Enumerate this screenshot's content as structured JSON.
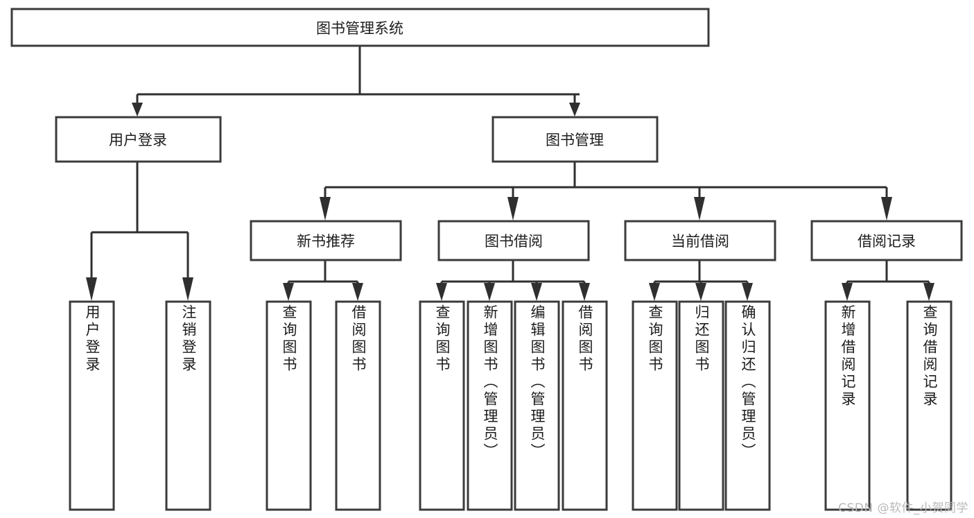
{
  "title": "图书管理系统",
  "watermark": "CSDN @软件_小贺同学",
  "colors": {
    "box_stroke": "#3b3b3b",
    "connector": "#2f2f2f",
    "text": "#1c1c1c",
    "background": "#ffffff",
    "watermark": "#b9b9b9"
  },
  "chart_data": {
    "type": "diagram",
    "diagram_kind": "tree-hierarchy-functional-structure",
    "orientation": "top-down",
    "title": "图书管理系统",
    "levels": 4,
    "nodes": [
      {
        "id": "root",
        "label": "图书管理系统",
        "level": 0,
        "parent": null,
        "orientation": "horizontal"
      },
      {
        "id": "login",
        "label": "用户登录",
        "level": 1,
        "parent": "root",
        "orientation": "horizontal"
      },
      {
        "id": "bookmgr",
        "label": "图书管理",
        "level": 1,
        "parent": "root",
        "orientation": "horizontal"
      },
      {
        "id": "newbook",
        "label": "新书推荐",
        "level": 2,
        "parent": "bookmgr",
        "orientation": "horizontal"
      },
      {
        "id": "borrow",
        "label": "图书借阅",
        "level": 2,
        "parent": "bookmgr",
        "orientation": "horizontal"
      },
      {
        "id": "current",
        "label": "当前借阅",
        "level": 2,
        "parent": "bookmgr",
        "orientation": "horizontal"
      },
      {
        "id": "records",
        "label": "借阅记录",
        "level": 2,
        "parent": "bookmgr",
        "orientation": "horizontal"
      },
      {
        "id": "login-1",
        "label": "用户登录",
        "level": 2,
        "parent": "login",
        "orientation": "vertical"
      },
      {
        "id": "login-2",
        "label": "注销登录",
        "level": 2,
        "parent": "login",
        "orientation": "vertical"
      },
      {
        "id": "newbook-1",
        "label": "查询图书",
        "level": 3,
        "parent": "newbook",
        "orientation": "vertical"
      },
      {
        "id": "newbook-2",
        "label": "借阅图书",
        "level": 3,
        "parent": "newbook",
        "orientation": "vertical"
      },
      {
        "id": "borrow-1",
        "label": "查询图书",
        "level": 3,
        "parent": "borrow",
        "orientation": "vertical"
      },
      {
        "id": "borrow-2",
        "label": "新增图书（管理员）",
        "level": 3,
        "parent": "borrow",
        "orientation": "vertical"
      },
      {
        "id": "borrow-3",
        "label": "编辑图书（管理员）",
        "level": 3,
        "parent": "borrow",
        "orientation": "vertical"
      },
      {
        "id": "borrow-4",
        "label": "借阅图书",
        "level": 3,
        "parent": "borrow",
        "orientation": "vertical"
      },
      {
        "id": "current-1",
        "label": "查询图书",
        "level": 3,
        "parent": "current",
        "orientation": "vertical"
      },
      {
        "id": "current-2",
        "label": "归还图书",
        "level": 3,
        "parent": "current",
        "orientation": "vertical"
      },
      {
        "id": "current-3",
        "label": "确认归还（管理员）",
        "level": 3,
        "parent": "current",
        "orientation": "vertical"
      },
      {
        "id": "records-1",
        "label": "新增借阅记录",
        "level": 3,
        "parent": "records",
        "orientation": "vertical"
      },
      {
        "id": "records-2",
        "label": "查询借阅记录",
        "level": 3,
        "parent": "records",
        "orientation": "vertical"
      }
    ],
    "edges": [
      {
        "from": "root",
        "to": "login"
      },
      {
        "from": "root",
        "to": "bookmgr"
      },
      {
        "from": "bookmgr",
        "to": "newbook"
      },
      {
        "from": "bookmgr",
        "to": "borrow"
      },
      {
        "from": "bookmgr",
        "to": "current"
      },
      {
        "from": "bookmgr",
        "to": "records"
      },
      {
        "from": "login",
        "to": "login-1"
      },
      {
        "from": "login",
        "to": "login-2"
      },
      {
        "from": "newbook",
        "to": "newbook-1"
      },
      {
        "from": "newbook",
        "to": "newbook-2"
      },
      {
        "from": "borrow",
        "to": "borrow-1"
      },
      {
        "from": "borrow",
        "to": "borrow-2"
      },
      {
        "from": "borrow",
        "to": "borrow-3"
      },
      {
        "from": "borrow",
        "to": "borrow-4"
      },
      {
        "from": "current",
        "to": "current-1"
      },
      {
        "from": "current",
        "to": "current-2"
      },
      {
        "from": "current",
        "to": "current-3"
      },
      {
        "from": "records",
        "to": "records-1"
      },
      {
        "from": "records",
        "to": "records-2"
      }
    ]
  },
  "labels": {
    "root": "图书管理系统",
    "login": "用户登录",
    "bookmgr": "图书管理",
    "newbook": "新书推荐",
    "borrow": "图书借阅",
    "current": "当前借阅",
    "records": "借阅记录",
    "login_1": "用户登录",
    "login_2": "注销登录",
    "newbook_1": "查询图书",
    "newbook_2": "借阅图书",
    "borrow_1": "查询图书",
    "borrow_2": "新增图书（管理员）",
    "borrow_3": "编辑图书（管理员）",
    "borrow_4": "借阅图书",
    "current_1": "查询图书",
    "current_2": "归还图书",
    "current_3": "确认归还（管理员）",
    "records_1": "新增借阅记录",
    "records_2": "查询借阅记录"
  }
}
